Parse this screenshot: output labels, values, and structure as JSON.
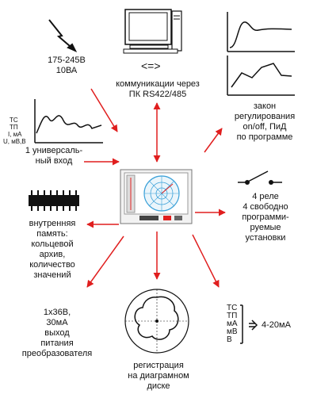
{
  "labels": {
    "power": [
      "175-245В",
      "10ВА"
    ],
    "comm": [
      "коммуникации через",
      "ПК RS422/485"
    ],
    "control": [
      "закон",
      "регулирования",
      "on/off, ПиД",
      "по программе"
    ],
    "input": [
      "1 универсаль-",
      "ный вход"
    ],
    "relays": [
      "4 реле",
      "4 свободно",
      "программи-",
      "руемые",
      "установки"
    ],
    "memory": [
      "внутренняя",
      "память:",
      "кольцевой",
      "архив,",
      "количество",
      "значений"
    ],
    "supply": [
      "1х36В,",
      "30мА",
      "выход",
      "питания",
      "преобразователя"
    ],
    "registration": [
      "регистрация",
      "на диаграмном",
      "диске"
    ],
    "output_value": "4-20мА"
  },
  "input_axis_labels": [
    "ТС",
    "ТП",
    "I, мА",
    "U, мВ,В"
  ],
  "output_signals": [
    "ТС",
    "ТП",
    "мА",
    "мВ",
    "В"
  ],
  "colors": {
    "arrow": "#e01e1e",
    "ink": "#111111",
    "chart_blue": "#3aa0d8"
  },
  "icons": [
    "lightning-icon",
    "computer-icon",
    "graph-step-icon",
    "graph-program-icon",
    "input-waveform-icon",
    "recorder-device-icon",
    "relay-switch-icon",
    "memory-chip-icon",
    "chart-disc-icon"
  ]
}
